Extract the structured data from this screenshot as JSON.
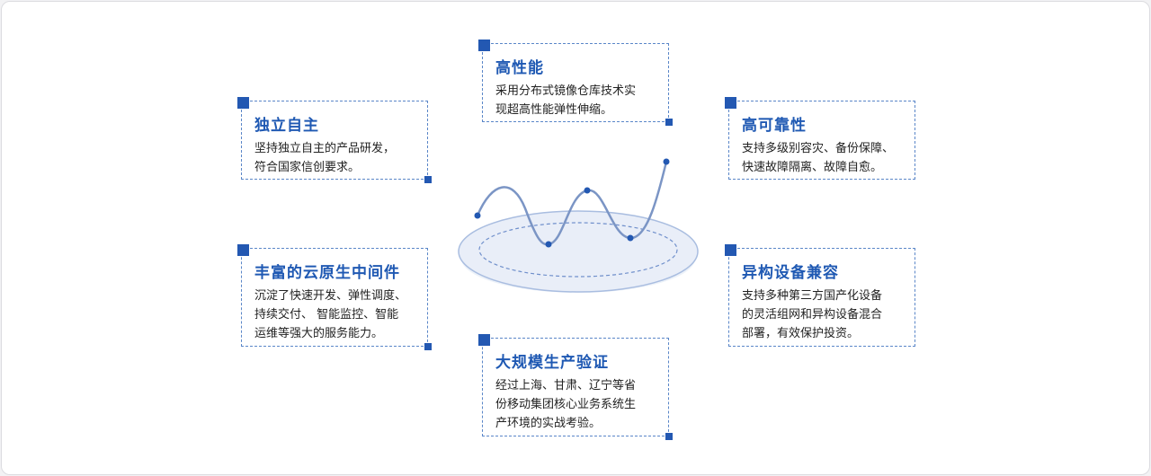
{
  "cards": [
    {
      "id": "top",
      "title": "高性能",
      "desc": "采用分布式镜像仓库技术实\n现超高性能弹性伸缩。"
    },
    {
      "id": "left-top",
      "title": "独立自主",
      "desc": "坚持独立自主的产品研发，\n符合国家信创要求。"
    },
    {
      "id": "right-top",
      "title": "高可靠性",
      "desc": "支持多级别容灾、备份保障、\n快速故障隔离、故障自愈。"
    },
    {
      "id": "left-bottom",
      "title": "丰富的云原生中间件",
      "desc": "沉淀了快速开发、弹性调度、\n持续交付、 智能监控、智能\n运维等强大的服务能力。"
    },
    {
      "id": "right-bottom",
      "title": "异构设备兼容",
      "desc": "支持多种第三方国产化设备\n的灵活组网和异构设备混合\n部署，有效保护投资。"
    },
    {
      "id": "bottom",
      "title": "大规模生产验证",
      "desc": "经过上海、甘肃、辽宁等省\n份移动集团核心业务系统生\n产环境的实战考验。"
    }
  ],
  "colors": {
    "accent": "#2358b2",
    "title": "#1f59b3",
    "dish": "#b9c9e6",
    "curve": "#7b95c5"
  }
}
